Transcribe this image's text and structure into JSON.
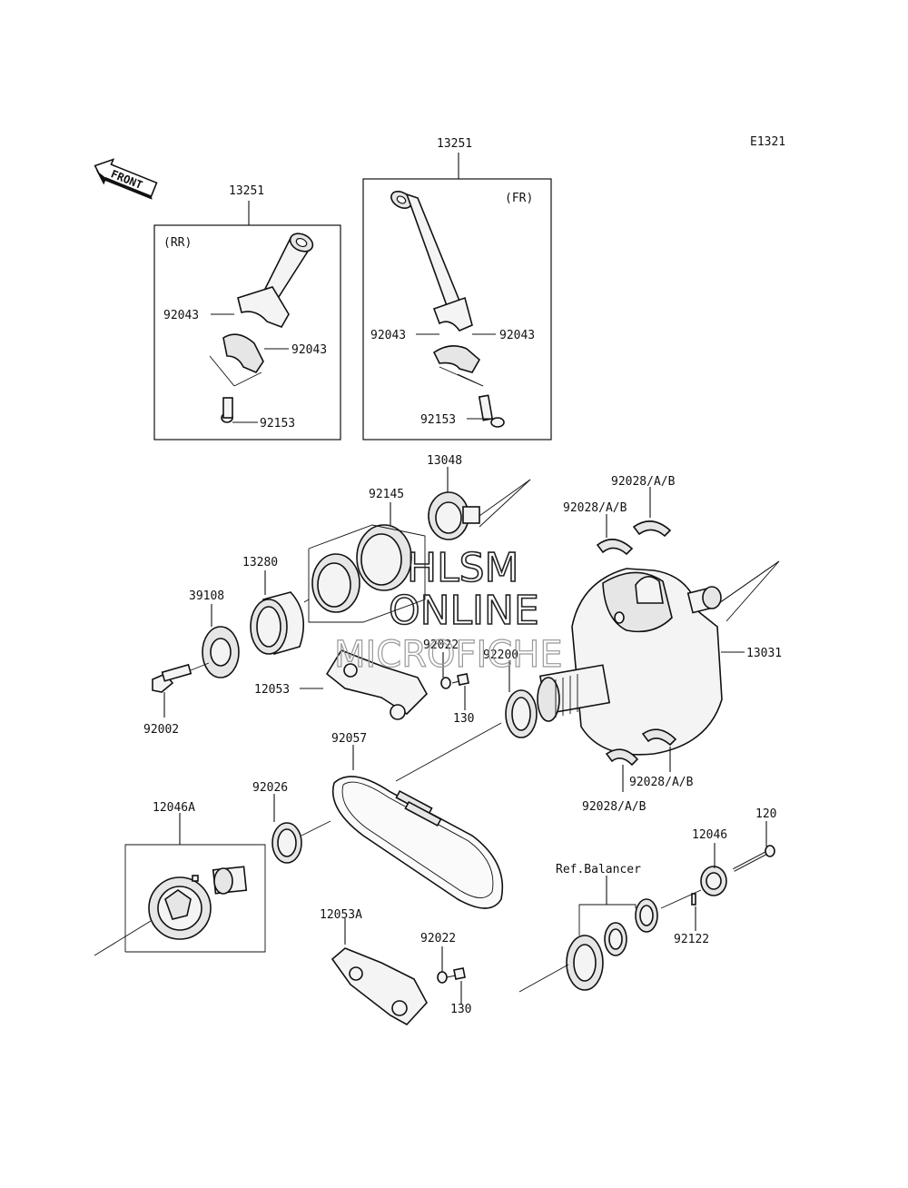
{
  "diagram_code": "E1321",
  "front_arrow_label": "FRONT",
  "watermark": {
    "line1": "HLSM",
    "line2": "ONLINE",
    "line3": "MICROFICHE"
  },
  "boxes": {
    "rear_rod": {
      "label": "(RR)",
      "part": "13251"
    },
    "front_rod": {
      "label": "(FR)",
      "part": "13251"
    }
  },
  "callouts": {
    "rr_92043_a": "92043",
    "rr_92043_b": "92043",
    "rr_92153": "92153",
    "fr_92043_a": "92043",
    "fr_92043_b": "92043",
    "fr_92153": "92153",
    "p13048": "13048",
    "p92145": "92145",
    "p13280": "13280",
    "p39108": "39108",
    "p92022_top": "92022",
    "p92200": "92200",
    "p12053": "12053",
    "p130_top": "130",
    "p92002": "92002",
    "p92028_tr1": "92028/A/B",
    "p92028_tr2": "92028/A/B",
    "p13031": "13031",
    "p92028_br1": "92028/A/B",
    "p92028_br2": "92028/A/B",
    "p92057": "92057",
    "p92026": "92026",
    "p12046A": "12046A",
    "p12053A": "12053A",
    "p92022_bot": "92022",
    "p130_bot": "130",
    "p120": "120",
    "p12046": "12046",
    "ref_balancer": "Ref.Balancer",
    "p92122": "92122"
  }
}
